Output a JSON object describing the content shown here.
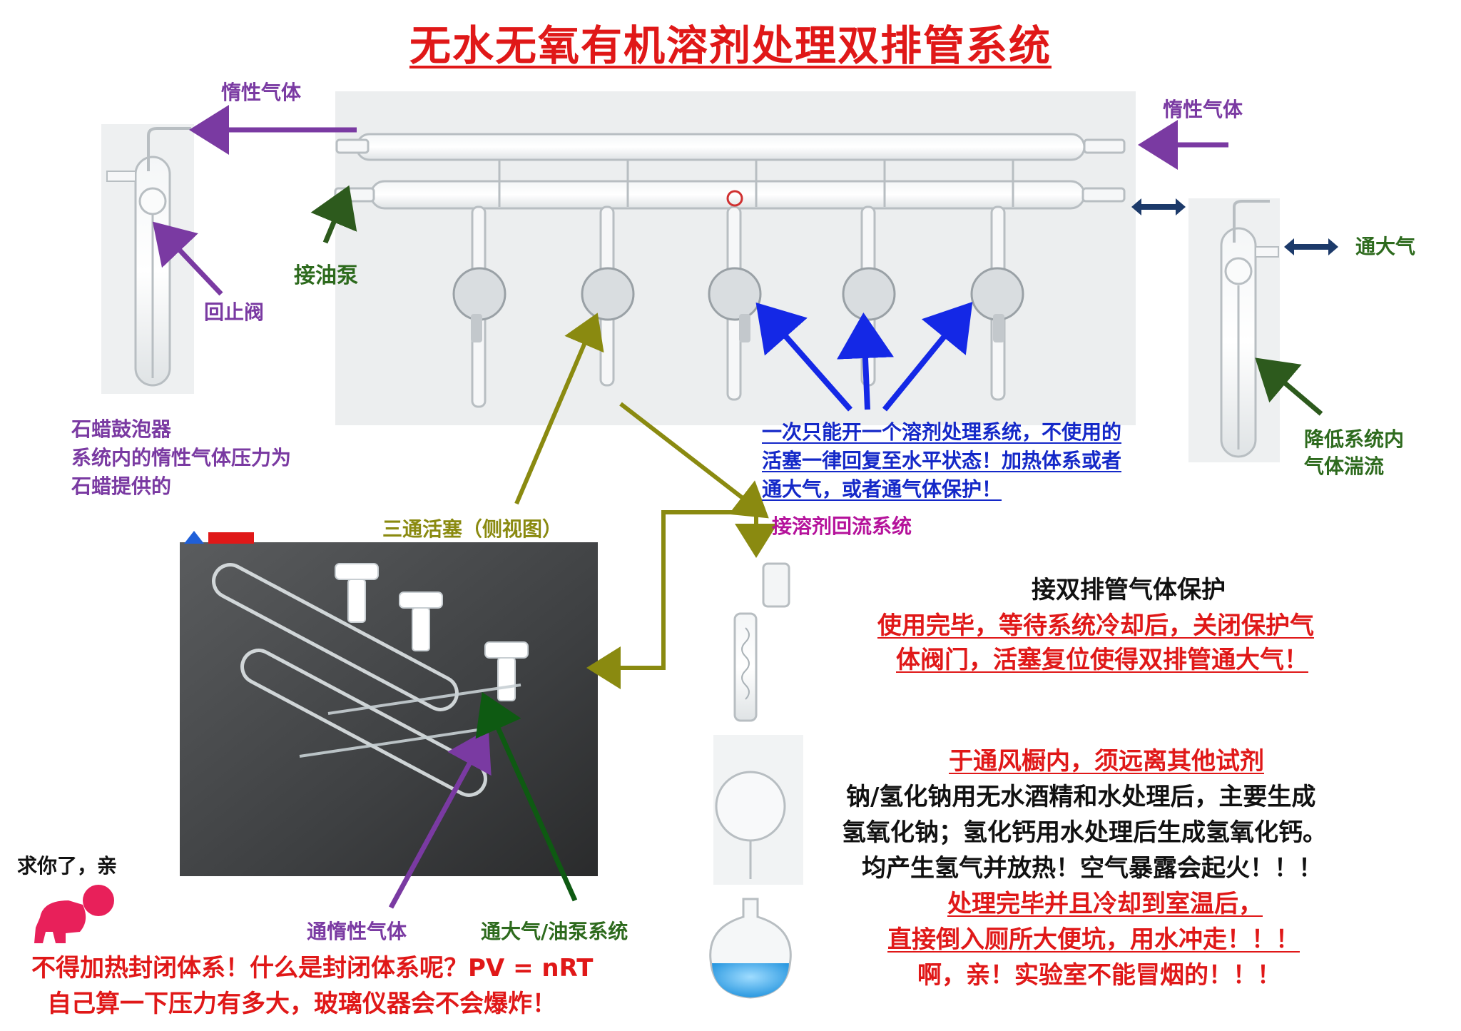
{
  "title": "无水无氧有机溶剂处理双排管系统",
  "labels": {
    "inert_gas_left": "惰性气体",
    "inert_gas_right": "惰性气体",
    "oil_pump": "接油泵",
    "check_valve": "回止阀",
    "atmosphere": "通大气",
    "reduce_turbulence": [
      "降低系统内",
      "气体湍流"
    ],
    "bubbler_desc": [
      "石蜡鼓泡器",
      "系统内的惰性气体压力为",
      "石蜡提供的"
    ],
    "stopcock_side_view": "三通活塞（侧视图）",
    "solvent_reflux": "接溶剂回流系统",
    "one_at_a_time": [
      "一次只能开一个溶剂处理系统，不使用的",
      "活塞一律回复至水平状态！加热体系或者",
      "通大气，或者通气体保护！"
    ],
    "inert_gas_flow": "通惰性气体",
    "atm_oil_pump_system": "通大气/油泵系统",
    "please_dear": "求你了，亲"
  },
  "notes": {
    "gas_protection_title": "接双排管气体保护",
    "gas_protection_lines": [
      "使用完毕，等待系统冷却后，关闭保护气",
      "体阀门，活塞复位使得双排管通大气！"
    ],
    "hood_title": "于通风橱内，须远离其他试剂",
    "sodium_lines": [
      "钠/氢化钠用无水酒精和水处理后，主要生成",
      "氢氧化钠；氢化钙用水处理后生成氢氧化钙。",
      "均产生氢气并放热！空气暴露会起火！！！"
    ],
    "disposal_lines": [
      "处理完毕并且冷却到室温后，",
      "直接倒入厕所大便坑，用水冲走！！！",
      "啊，亲！实验室不能冒烟的！！！"
    ],
    "closed_system_lines": [
      "不得加热封闭体系！什么是封闭体系呢？PV = nRT",
      "自己算一下压力有多大，玻璃仪器会不会爆炸！"
    ]
  },
  "colors": {
    "title": "#e01818",
    "purple_arrow": "#7a3aa2",
    "green_arrow": "#2d5a1d",
    "olive_arrow": "#8a8a10",
    "blue_arrow": "#1428e6",
    "navy_arrow": "#1c3a6a",
    "warning_red": "#e01818",
    "flask_liquid": "#3aa8e8"
  }
}
